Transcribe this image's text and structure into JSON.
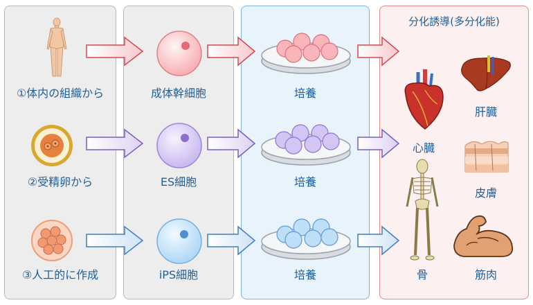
{
  "sources": [
    {
      "label": "①体内の組織から"
    },
    {
      "label": "②受精卵から"
    },
    {
      "label": "③人工的に作成"
    }
  ],
  "stem_cells": [
    {
      "label": "成体幹細胞"
    },
    {
      "label": "ES細胞"
    },
    {
      "label": "iPS細胞"
    }
  ],
  "culture": [
    {
      "label": "培養"
    },
    {
      "label": "培養"
    },
    {
      "label": "培養"
    }
  ],
  "differentiation": {
    "title": "分化誘導(多分化能)",
    "organs": [
      {
        "label": "肝臓",
        "icon": "liver-icon"
      },
      {
        "label": "心臓",
        "icon": "heart-icon"
      },
      {
        "label": "皮膚",
        "icon": "skin-icon"
      },
      {
        "label": "骨",
        "icon": "skeleton-icon"
      },
      {
        "label": "筋肉",
        "icon": "muscle-icon"
      }
    ]
  },
  "colors": {
    "row1": "#e05561",
    "row2": "#8a6fcf",
    "row3": "#4f8fd0",
    "label": "#1f5f9a"
  }
}
